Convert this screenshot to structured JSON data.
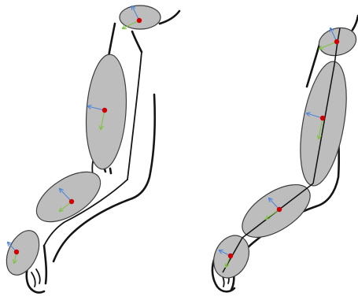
{
  "figure": {
    "panels": [
      {
        "name": "separated-segment-model",
        "segments": [
          "shoulder",
          "upper-arm",
          "forearm",
          "hand"
        ]
      },
      {
        "name": "linked-segment-model",
        "segments": [
          "shoulder",
          "upper-arm",
          "forearm",
          "hand"
        ]
      }
    ],
    "colors": {
      "segment_fill": "#bdbdbd",
      "joint_marker": "#d00000",
      "axis_primary": "#4f86d9",
      "axis_secondary": "#7fc241",
      "outline": "#151515"
    },
    "icons": [
      "coordinate-axes-icon"
    ]
  }
}
